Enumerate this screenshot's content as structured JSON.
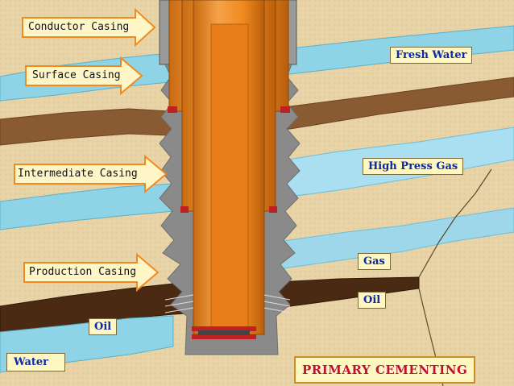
{
  "labels": {
    "conductor_casing": "Conductor Casing",
    "surface_casing": "Surface Casing",
    "intermediate_casing": "Intermediate Casing",
    "production_casing": "Production Casing",
    "fresh_water": "Fresh Water",
    "high_press_gas": "High Press Gas",
    "gas": "Gas",
    "oil_right": "Oil",
    "oil_left": "Oil",
    "water": "Water",
    "title": "PRIMARY CEMENTING"
  },
  "colors": {
    "sand": "#e8d3a6",
    "water_layer": "#8fd3e6",
    "shale": "#8a5a32",
    "oil_zone": "#4a2a12",
    "casing_orange": "#f08a1f",
    "cement_gray": "#8a8a8a",
    "arrow_fill": "#fff6c8",
    "arrow_stroke": "#f08a1f",
    "title_text": "#c0103a",
    "label_text": "#0a2aa8"
  }
}
